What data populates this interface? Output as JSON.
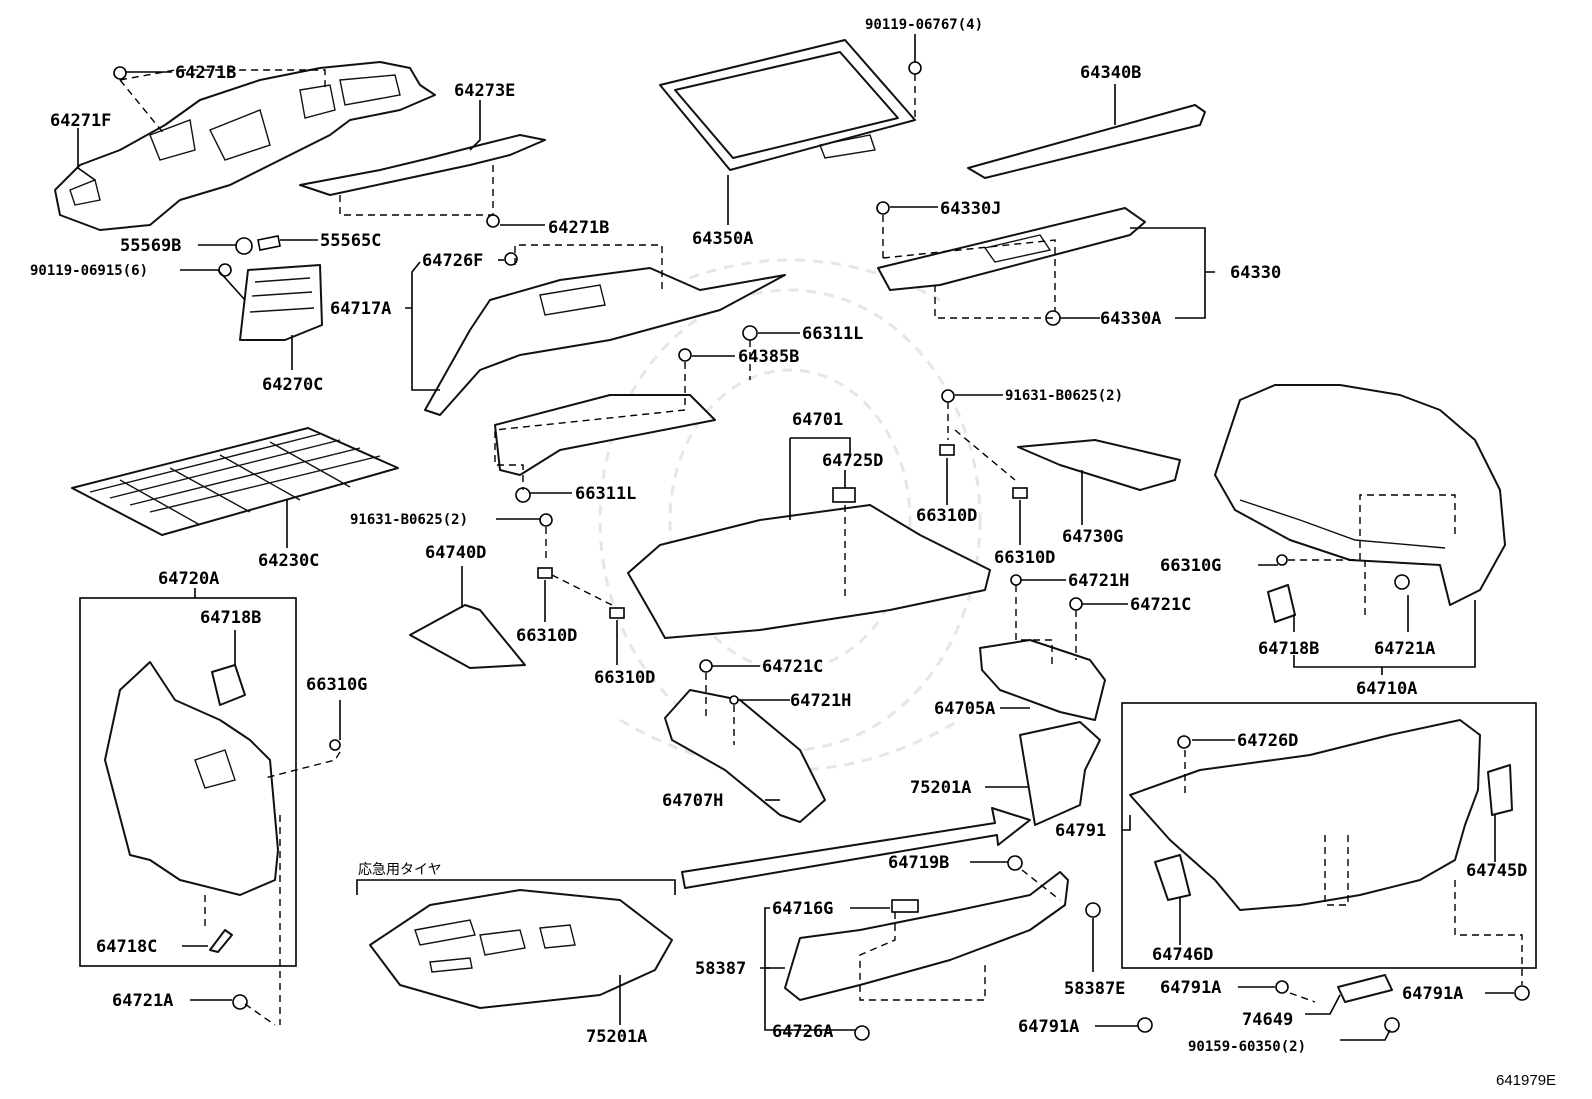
{
  "labels": {
    "p64271B_top": "64271B",
    "p64271F": "64271F",
    "p64273E": "64273E",
    "p64271B_mid": "64271B",
    "p55569B": "55569B",
    "p55565C": "55565C",
    "p90119_06915": "90119-06915(6)",
    "p64270C": "64270C",
    "p64230C": "64230C",
    "p90119_06767": "90119-06767(4)",
    "p64350A": "64350A",
    "p64340B": "64340B",
    "p64330J": "64330J",
    "p64330": "64330",
    "p64330A": "64330A",
    "p64726F": "64726F",
    "p64717A": "64717A",
    "p66311L_top": "66311L",
    "p64385B": "64385B",
    "p66311L_bot": "66311L",
    "p91631_left": "91631-B0625(2)",
    "p91631_right": "91631-B0625(2)",
    "p64701": "64701",
    "p64725D": "64725D",
    "p66310D_a": "66310D",
    "p66310D_b": "66310D",
    "p66310D_c": "66310D",
    "p66310D_d": "66310D",
    "p64730G": "64730G",
    "p64740D": "64740D",
    "p64721H_a": "64721H",
    "p64721C_a": "64721C",
    "p64721C_b": "64721C",
    "p64721H_b": "64721H",
    "p64705A": "64705A",
    "p75201A_mid": "75201A",
    "p64707H": "64707H",
    "p66310G_right": "66310G",
    "p64718B_right": "64718B",
    "p64721A_right": "64721A",
    "p64710A": "64710A",
    "p64720A": "64720A",
    "p64718B_left": "64718B",
    "p66310G_left": "66310G",
    "p64718C": "64718C",
    "p64721A_left": "64721A",
    "p_spare_jp": "応急用タイヤ",
    "p75201A_bot": "75201A",
    "p64719B": "64719B",
    "p64716G": "64716G",
    "p58387": "58387",
    "p58387E": "58387E",
    "p64726A": "64726A",
    "p64726D": "64726D",
    "p64791": "64791",
    "p64745D": "64745D",
    "p64746D": "64746D",
    "p64791A_a": "64791A",
    "p64791A_b": "64791A",
    "p64791A_c": "64791A",
    "p74649": "74649",
    "p90159_60350": "90159-60350(2)",
    "ref_code": "641979E"
  }
}
